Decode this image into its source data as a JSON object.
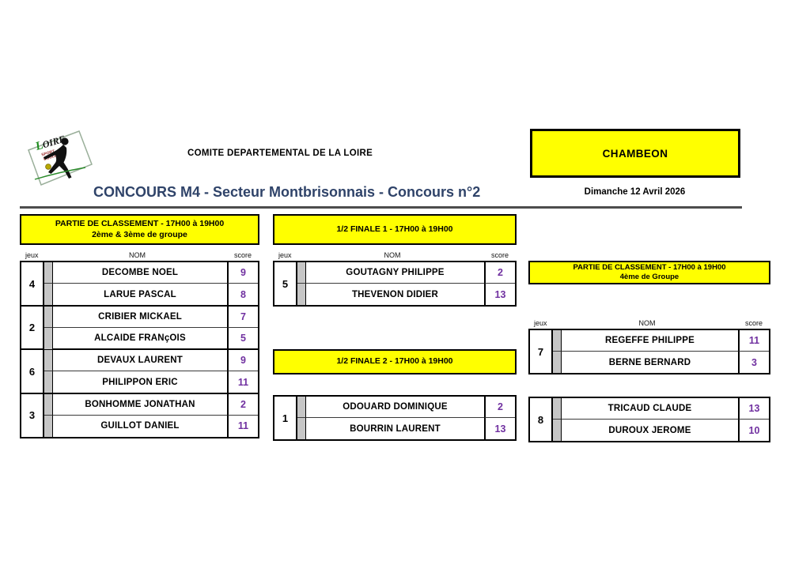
{
  "header": {
    "logo": {
      "title": "LOIRE",
      "subtitle_line1": "SPORT",
      "subtitle_line2": "BOULES"
    },
    "committee": "COMITE DEPARTEMENTAL DE LA LOIRE",
    "venue": "CHAMBEON",
    "title": "CONCOURS M4 - Secteur Montbrisonnais - Concours n°2",
    "date": "Dimanche 12 Avril 2026"
  },
  "column_headers": {
    "jeux": "jeux",
    "nom": "NOM",
    "score": "score"
  },
  "left": {
    "banner_line1": "PARTIE DE CLASSEMENT - 17H00 à 19H00",
    "banner_line2": "2ème & 3ème de groupe",
    "matches": [
      {
        "jeu": "4",
        "players": [
          {
            "name": "DECOMBE NOEL",
            "score": "9"
          },
          {
            "name": "LARUE PASCAL",
            "score": "8"
          }
        ]
      },
      {
        "jeu": "2",
        "players": [
          {
            "name": "CRIBIER MICKAEL",
            "score": "7"
          },
          {
            "name": "ALCAIDE FRANçOIS",
            "score": "5"
          }
        ]
      },
      {
        "jeu": "6",
        "players": [
          {
            "name": "DEVAUX LAURENT",
            "score": "9"
          },
          {
            "name": "PHILIPPON ERIC",
            "score": "11"
          }
        ]
      },
      {
        "jeu": "3",
        "players": [
          {
            "name": "BONHOMME JONATHAN",
            "score": "2"
          },
          {
            "name": "GUILLOT DANIEL",
            "score": "11"
          }
        ]
      }
    ]
  },
  "middle": {
    "semi1_banner": "1/2 FINALE 1 - 17H00 à 19H00",
    "semi1_match": {
      "jeu": "5",
      "players": [
        {
          "name": "GOUTAGNY PHILIPPE",
          "score": "2"
        },
        {
          "name": "THEVENON DIDIER",
          "score": "13"
        }
      ]
    },
    "semi2_banner": "1/2 FINALE 2 - 17H00 à 19H00",
    "semi2_match": {
      "jeu": "1",
      "players": [
        {
          "name": "ODOUARD DOMINIQUE",
          "score": "2"
        },
        {
          "name": "BOURRIN LAURENT",
          "score": "13"
        }
      ]
    }
  },
  "right": {
    "banner_line1": "PARTIE DE CLASSEMENT - 17H00 à 19H00",
    "banner_line2": "4ème de Groupe",
    "matches": [
      {
        "jeu": "7",
        "players": [
          {
            "name": "REGEFFE PHILIPPE",
            "score": "11"
          },
          {
            "name": "BERNE BERNARD",
            "score": "3"
          }
        ]
      },
      {
        "jeu": "8",
        "players": [
          {
            "name": "TRICAUD CLAUDE",
            "score": "13"
          },
          {
            "name": "DUROUX JEROME",
            "score": "10"
          }
        ]
      }
    ]
  },
  "colors": {
    "banner_yellow": "#FFFF00",
    "score_purple": "#7030A0",
    "title_navy": "#2F4369",
    "strip_gray": "#C6C6C6"
  }
}
